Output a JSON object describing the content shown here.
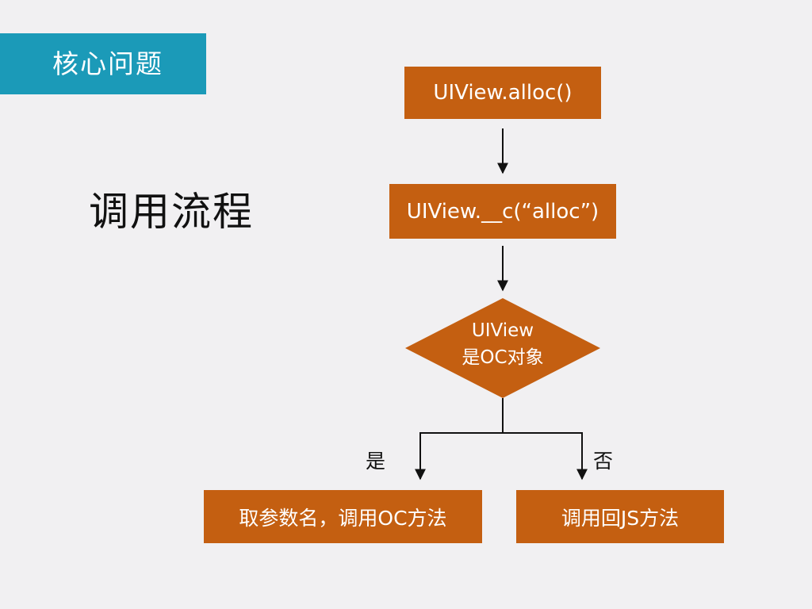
{
  "section_tag": "核心问题",
  "slide_title": "调用流程",
  "flow": {
    "step1": "UIView.alloc()",
    "step2": "UIView.__c(“alloc”)",
    "decision": {
      "line1": "UIView",
      "line2": "是OC对象"
    },
    "yes_label": "是",
    "no_label": "否",
    "yes_action": "取参数名，调用OC方法",
    "no_action": "调用回JS方法"
  },
  "colors": {
    "tag_bg": "#1b9ab8",
    "node_fill": "#c45f11",
    "background": "#f1f0f2",
    "arrow": "#111111"
  }
}
